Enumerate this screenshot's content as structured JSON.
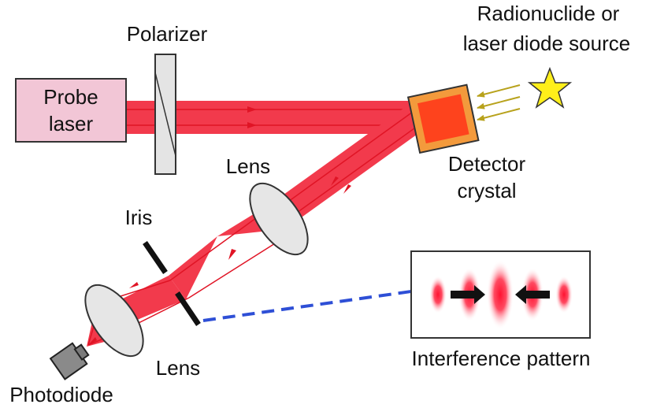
{
  "labels": {
    "probe_laser_line1": "Probe",
    "probe_laser_line2": "laser",
    "polarizer": "Polarizer",
    "source_line1": "Radionuclide or",
    "source_line2": "laser diode source",
    "lens_upper": "Lens",
    "detector_line1": "Detector",
    "detector_line2": "crystal",
    "iris": "Iris",
    "lens_lower": "Lens",
    "photodiode": "Photodiode",
    "interference_pattern": "Interference pattern"
  },
  "colors": {
    "beam": "#f23a4c",
    "beam_edge": "#d0202f",
    "probe_laser_fill": "#f2c6d6",
    "crystal_outer": "#f39a3c",
    "crystal_inner": "#ff3a1a",
    "star": "#ffef1a",
    "source_arrows": "#b8a21c",
    "dashed_link": "#2e4fd6",
    "photodiode": "#8a8a8a"
  }
}
